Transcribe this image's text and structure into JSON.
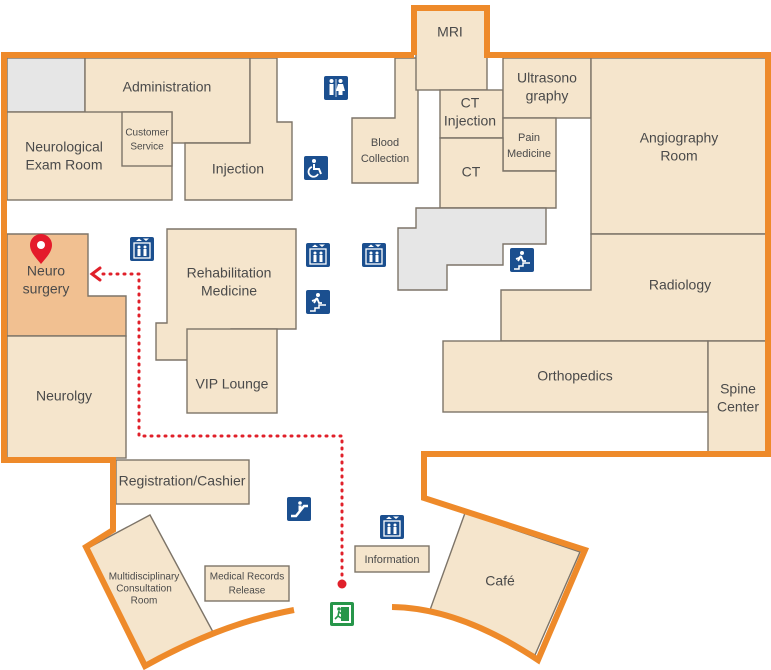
{
  "rooms": {
    "mri": "MRI",
    "administration": "Administration",
    "neurological_exam": [
      "Neurological",
      "Exam Room"
    ],
    "customer_service": [
      "Customer",
      "Service"
    ],
    "injection": "Injection",
    "blood_collection": [
      "Blood",
      "Collection"
    ],
    "ct_injection": [
      "CT",
      "Injection"
    ],
    "ultrasonography": [
      "Ultrasono",
      "graphy"
    ],
    "pain_medicine": [
      "Pain",
      "Medicine"
    ],
    "ct": "CT",
    "angiography": [
      "Angiography",
      "Room"
    ],
    "neurosurgery": [
      "Neuro",
      "surgery"
    ],
    "rehabilitation": [
      "Rehabilitation",
      "Medicine"
    ],
    "radiology": "Radiology",
    "vip_lounge": "VIP Lounge",
    "orthopedics": "Orthopedics",
    "neurology": "Neurolgy",
    "spine_center": [
      "Spine",
      "Center"
    ],
    "registration": "Registration/Cashier",
    "information": "Information",
    "multidisciplinary": [
      "Multidisciplinary",
      "Consultation",
      "Room"
    ],
    "medical_records": [
      "Medical Records",
      "Release"
    ],
    "cafe": "Café"
  },
  "icons": [
    "restroom-icon",
    "wheelchair-icon",
    "elevator-icon",
    "stairs-icon",
    "escalator-icon",
    "emergency-exit-icon",
    "location-pin-icon"
  ],
  "colors": {
    "wall": "#ee8a2a",
    "room": "#f5e5cc",
    "highlight": "#f1c091",
    "icon": "#1b4f8f",
    "exit": "#27964a",
    "route": "#e0202a"
  }
}
